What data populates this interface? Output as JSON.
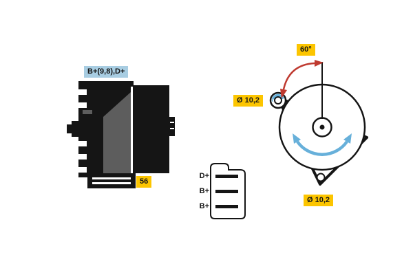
{
  "page": {
    "background": "#ffffff"
  },
  "colors": {
    "ink": "#151515",
    "label_yellow": "#fcc500",
    "label_blue": "#a8cde2",
    "arrow_red": "#bf3a30",
    "arrow_blue": "#67b0da"
  },
  "side_view": {
    "terminal_label": "B+(9,8),D+",
    "connector_56_label": "56"
  },
  "connector": {
    "pins": [
      {
        "label": "D+"
      },
      {
        "label": "B+"
      },
      {
        "label": "B+"
      }
    ]
  },
  "front_view": {
    "angle_label": "60°",
    "top_hole_label": "Ø 10,2",
    "bottom_hole_label": "Ø 10,2"
  }
}
